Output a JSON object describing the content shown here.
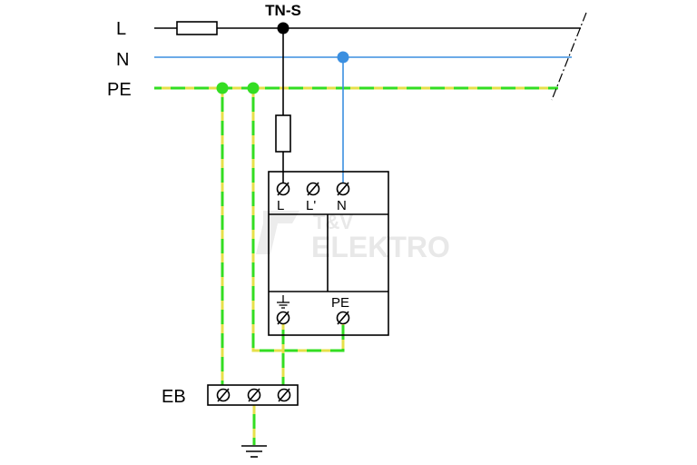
{
  "title": "TN-S",
  "lines": {
    "l_label": "L",
    "n_label": "N",
    "pe_label": "PE"
  },
  "device": {
    "terminal_l": "L",
    "terminal_l_prime": "L'",
    "terminal_n": "N",
    "terminal_pe": "PE"
  },
  "bus": {
    "label": "EB"
  },
  "watermark": {
    "line1": "T&V",
    "line2": "ELEKTRO"
  },
  "colors": {
    "phase": "#000000",
    "neutral": "#3b8fe0",
    "pe_green": "#33dd22",
    "pe_yellow": "#e6e04a",
    "outline": "#000000"
  }
}
